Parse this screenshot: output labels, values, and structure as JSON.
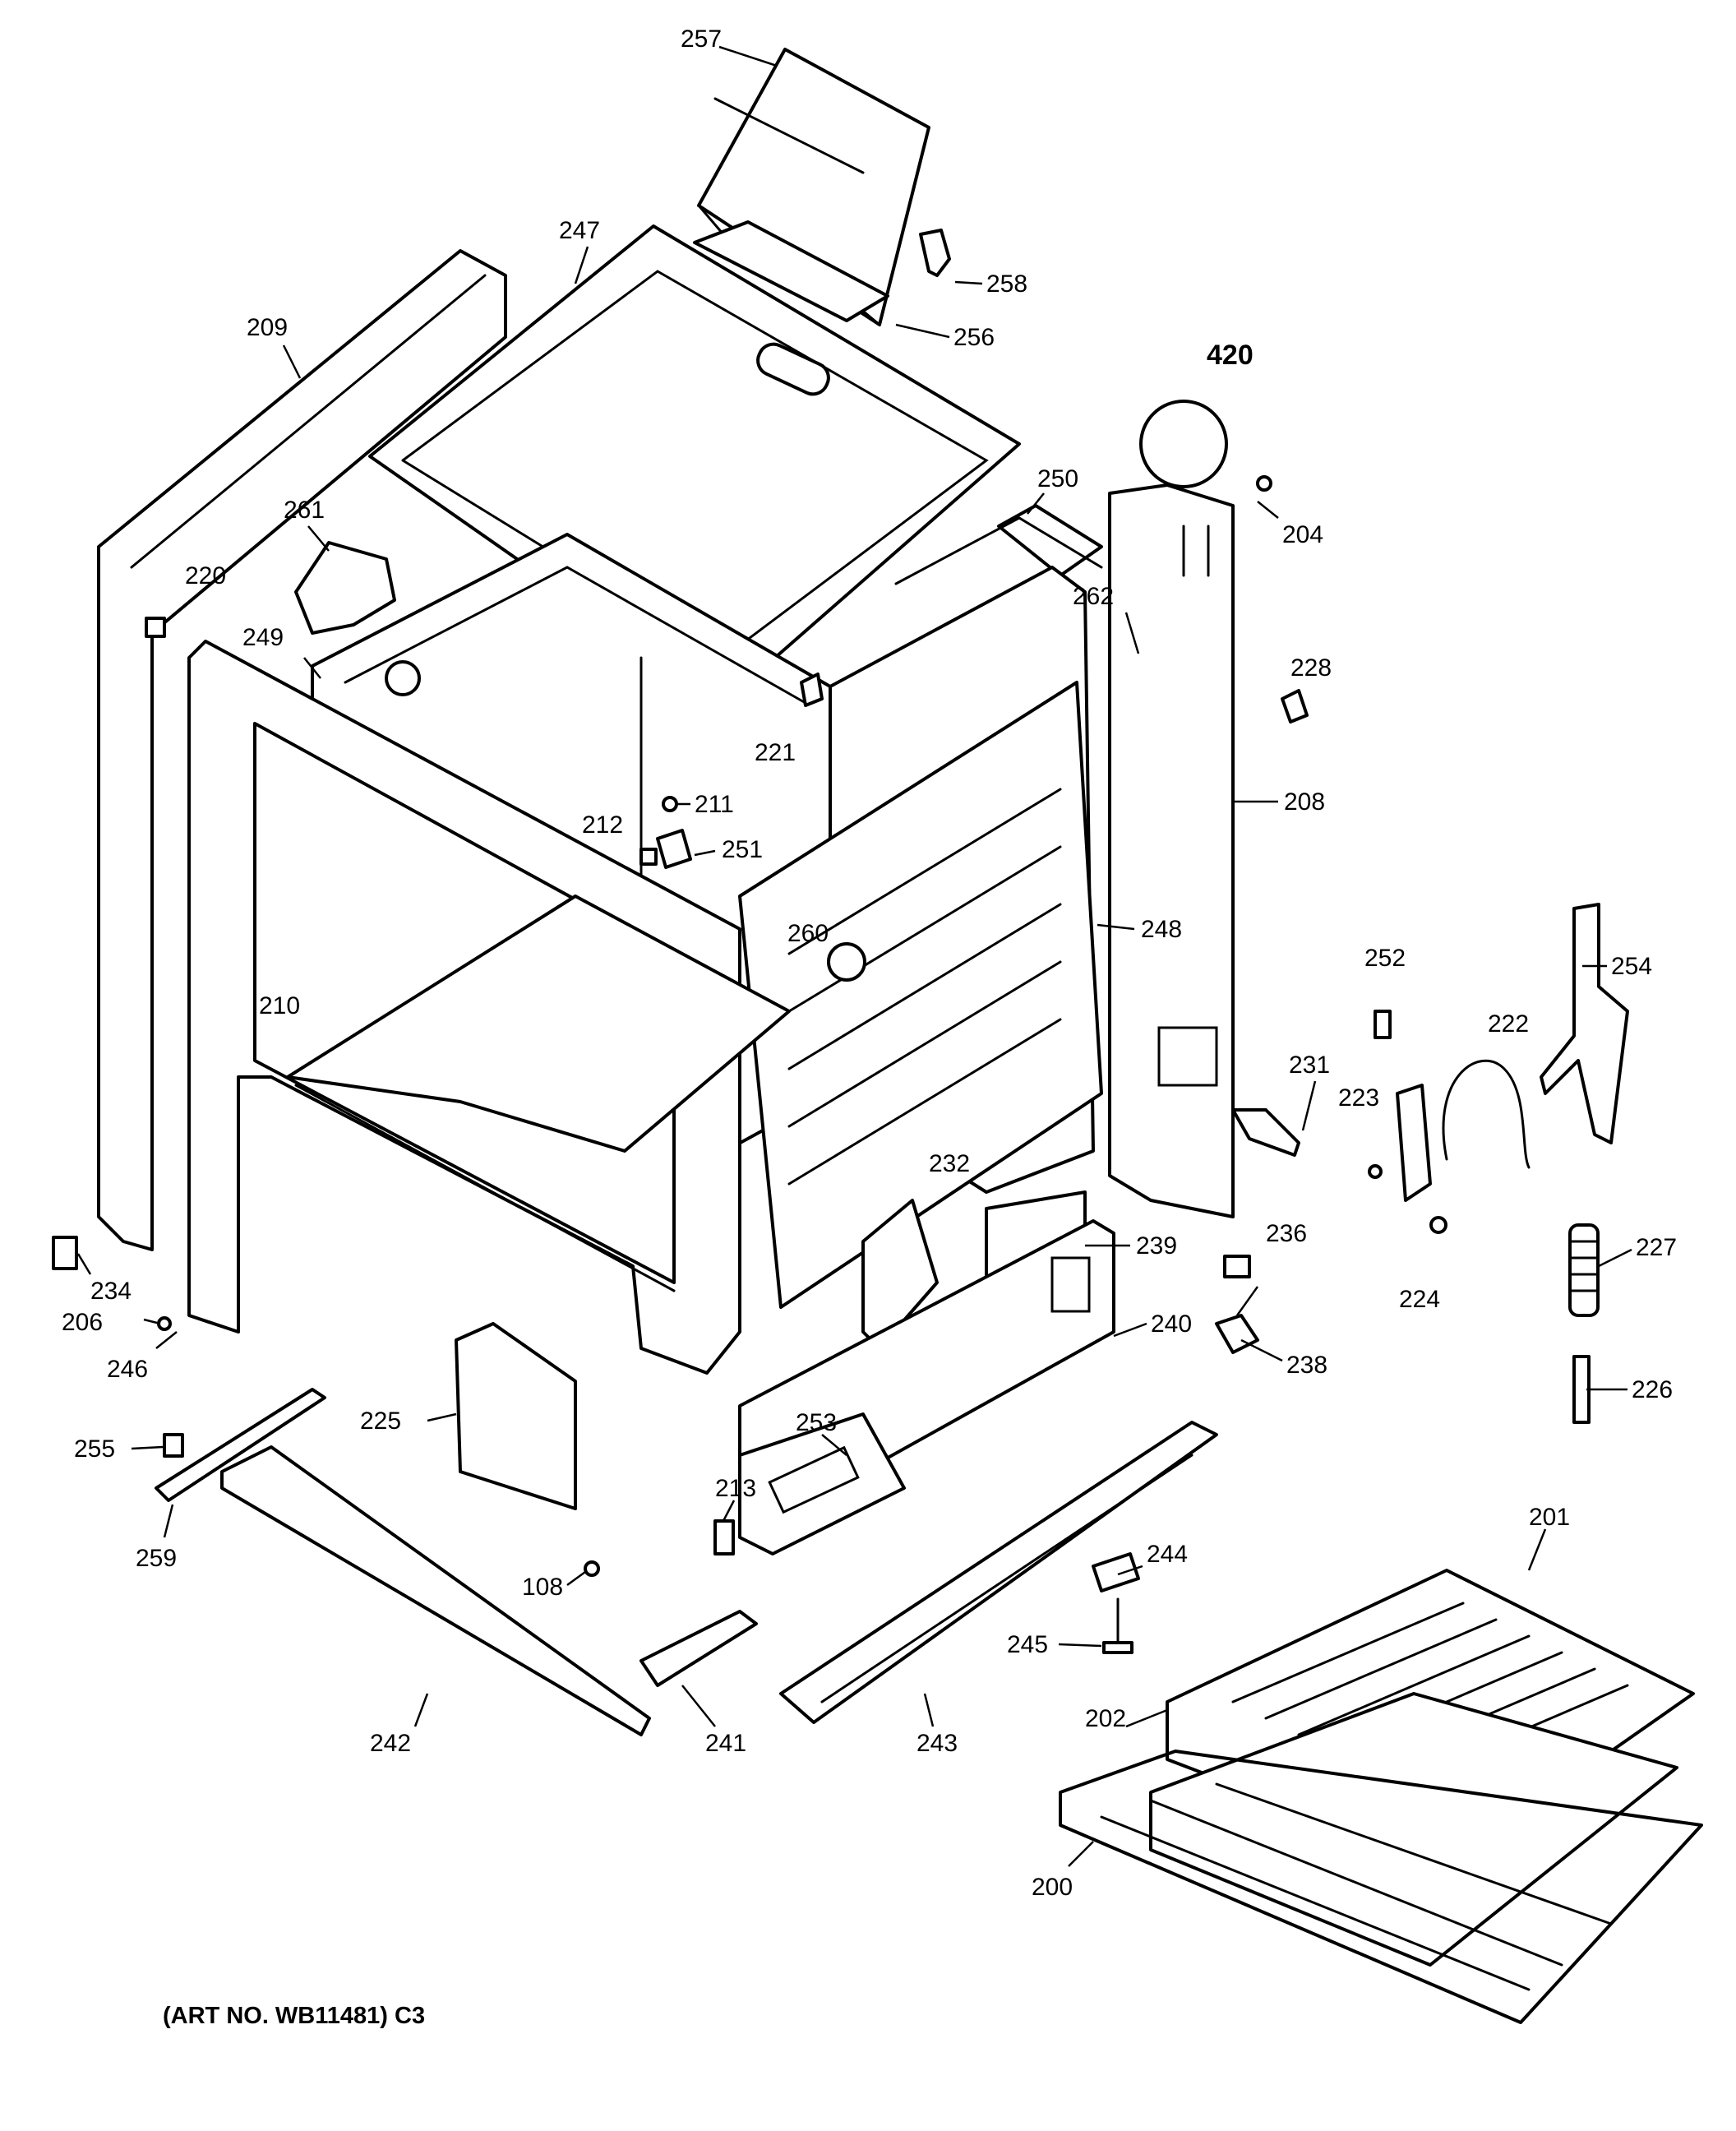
{
  "art_number": "(ART NO. WB11481) C3",
  "callouts": {
    "c257": "257",
    "c258": "258",
    "c256": "256",
    "c247": "247",
    "c209": "209",
    "c420": "420",
    "c204": "204",
    "c250": "250",
    "c261": "261",
    "c220": "220",
    "c262": "262",
    "c228": "228",
    "c249": "249",
    "c221": "221",
    "c208": "208",
    "c211": "211",
    "c212": "212",
    "c251": "251",
    "c248": "248",
    "c260": "260",
    "c252": "252",
    "c254": "254",
    "c222": "222",
    "c210": "210",
    "c231": "231",
    "c223": "223",
    "c232": "232",
    "c236": "236",
    "c227": "227",
    "c239": "239",
    "c224": "224",
    "c234": "234",
    "c206": "206",
    "c246": "246",
    "c240": "240",
    "c238": "238",
    "c226": "226",
    "c225": "225",
    "c253": "253",
    "c255": "255",
    "c213": "213",
    "c244": "244",
    "c201": "201",
    "c259": "259",
    "c108": "108",
    "c245": "245",
    "c202": "202",
    "c242": "242",
    "c241": "241",
    "c243": "243",
    "c200": "200"
  }
}
